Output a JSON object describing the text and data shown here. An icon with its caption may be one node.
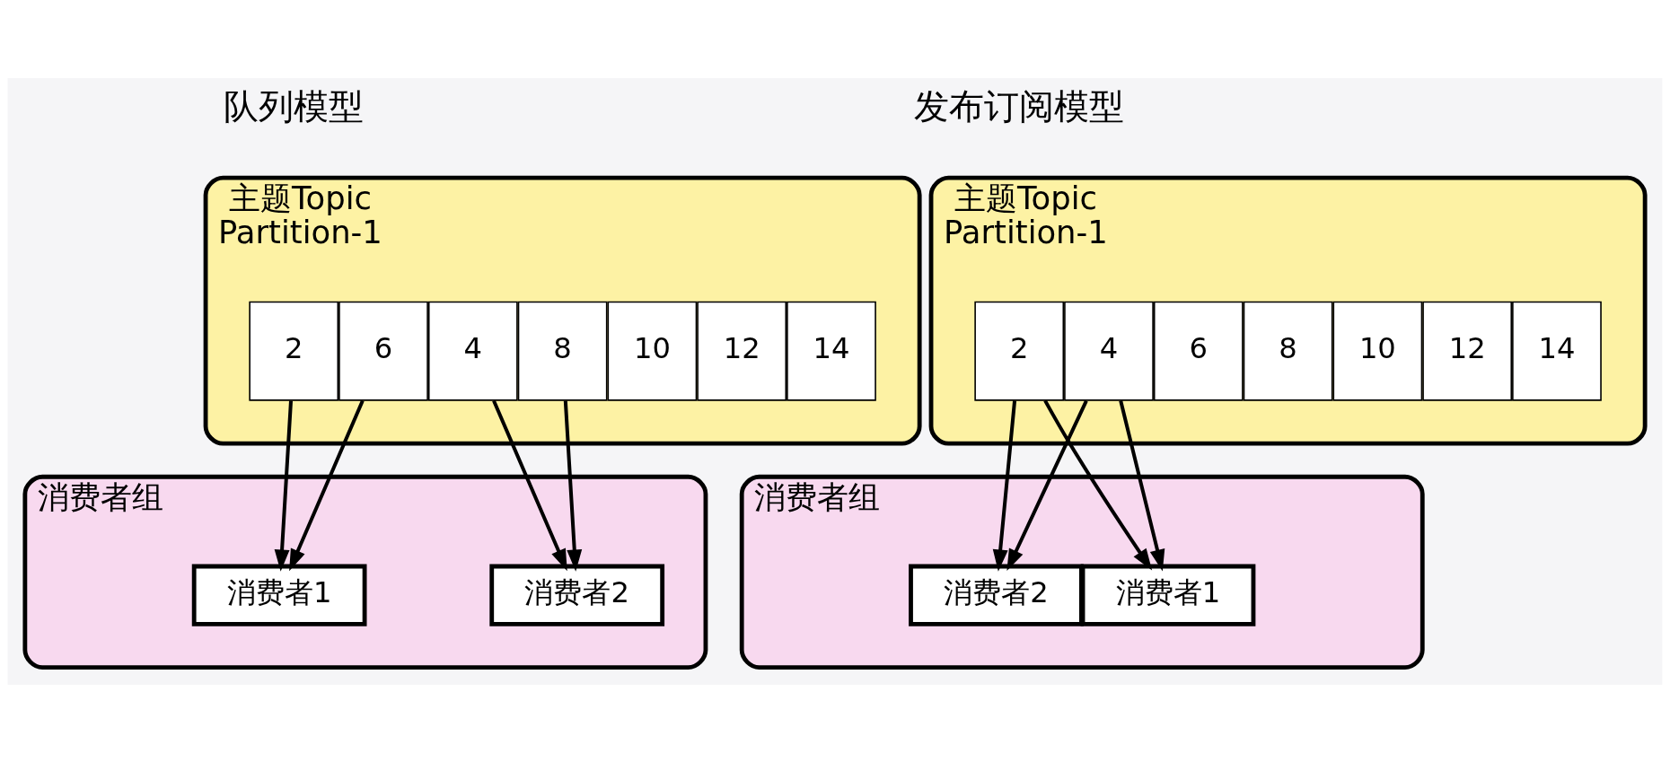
{
  "diagram": {
    "nodes": [
      {
        "text": [
          "主题Topic",
          "Partition-1"
        ]
      },
      {
        "text": [
          "2"
        ],
        "in": 0
      },
      {
        "text": [
          "4"
        ],
        "in": 0
      },
      {
        "text": [
          "6"
        ],
        "in": 0
      },
      {
        "text": [
          "8"
        ],
        "in": 0
      },
      {
        "text": [
          "10"
        ],
        "in": 0
      },
      {
        "text": [
          "12"
        ],
        "in": 0
      },
      {
        "text": [
          "14"
        ],
        "in": 0
      },
      {
        "text": [
          "消费者组"
        ]
      },
      {
        "text": [
          "消费者1"
        ],
        "in": 8
      },
      {
        "text": [
          "消费者2"
        ],
        "in": 8
      },
      {
        "text": [
          "主题Topic",
          "Partition-1"
        ]
      },
      {
        "text": [
          "2"
        ],
        "in": 11
      },
      {
        "text": [
          "4"
        ],
        "in": 11
      },
      {
        "text": [
          "6"
        ],
        "in": 11
      },
      {
        "text": [
          "8"
        ],
        "in": 11
      },
      {
        "text": [
          "10"
        ],
        "in": 11
      },
      {
        "text": [
          "12"
        ],
        "in": 11
      },
      {
        "text": [
          "14"
        ],
        "in": 11
      },
      {
        "text": [
          "消费者组"
        ]
      },
      {
        "text": [
          "消费者1"
        ],
        "in": 19
      },
      {
        "text": [
          "消费者2"
        ],
        "in": 19
      }
    ],
    "edges": [
      {
        "from": 1,
        "to": 9,
        "arrow": "to"
      },
      {
        "from": 2,
        "to": 10,
        "arrow": "to"
      },
      {
        "from": 3,
        "to": 9,
        "arrow": "to"
      },
      {
        "from": 4,
        "to": 10,
        "arrow": "to"
      },
      {
        "from": 12,
        "to": 20,
        "arrow": "to"
      },
      {
        "from": 13,
        "to": 20,
        "arrow": "to"
      },
      {
        "from": 12,
        "to": 21,
        "arrow": "to"
      },
      {
        "from": 13,
        "to": 21,
        "arrow": "to"
      }
    ],
    "labels": [
      "队列模型",
      "发布订阅模型"
    ]
  }
}
